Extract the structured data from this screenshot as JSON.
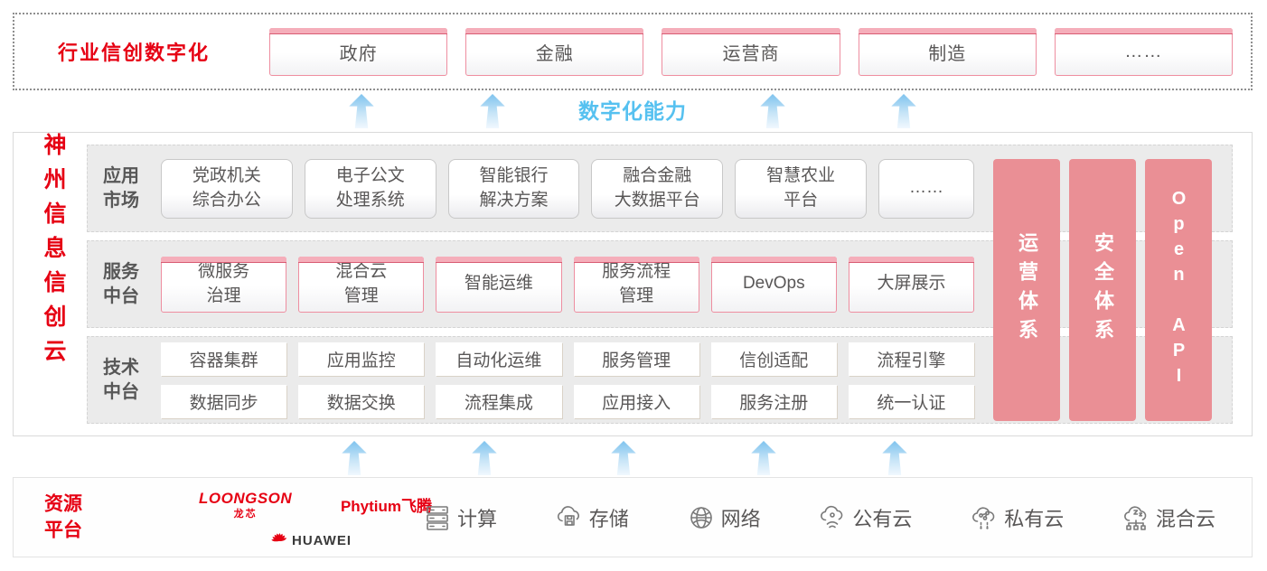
{
  "colors": {
    "accent_red": "#e60013",
    "pillar_pink": "#ea8f95",
    "capability_blue": "#56c1f0"
  },
  "top": {
    "label": "行业信创数字化",
    "sectors": [
      "政府",
      "金融",
      "运营商",
      "制造",
      "……"
    ]
  },
  "capability_label": "数字化能力",
  "platform": {
    "title": "神州信息信创云",
    "rows": [
      {
        "label": "应用市场",
        "items": [
          [
            "党政机关",
            "综合办公"
          ],
          [
            "电子公文",
            "处理系统"
          ],
          [
            "智能银行",
            "解决方案"
          ],
          [
            "融合金融",
            "大数据平台"
          ],
          [
            "智慧农业",
            "平台"
          ],
          [
            "……",
            ""
          ]
        ]
      },
      {
        "label": "服务中台",
        "items": [
          [
            "微服务",
            "治理"
          ],
          [
            "混合云",
            "管理"
          ],
          [
            "智能运维",
            ""
          ],
          [
            "服务流程",
            "管理"
          ],
          [
            "DevOps",
            ""
          ],
          [
            "大屏展示",
            ""
          ]
        ]
      },
      {
        "label": "技术中台",
        "items_top": [
          "容器集群",
          "应用监控",
          "自动化运维",
          "服务管理",
          "信创适配",
          "流程引擎"
        ],
        "items_bottom": [
          "数据同步",
          "数据交换",
          "流程集成",
          "应用接入",
          "服务注册",
          "统一认证"
        ]
      }
    ],
    "pillars": [
      "运营体系",
      "安全体系",
      "Open API"
    ]
  },
  "resources_panel": {
    "label": "资源平台",
    "logos": {
      "loongson": "LOONGSON",
      "loongson_sub": "龙芯",
      "phytium": "Phytium飞腾",
      "huawei": "HUAWEI"
    },
    "items": [
      {
        "label": "计算",
        "icon": "server-icon"
      },
      {
        "label": "存储",
        "icon": "storage-cloud-icon"
      },
      {
        "label": "网络",
        "icon": "network-globe-icon"
      },
      {
        "label": "公有云",
        "icon": "public-cloud-icon"
      },
      {
        "label": "私有云",
        "icon": "private-cloud-icon"
      },
      {
        "label": "混合云",
        "icon": "hybrid-cloud-icon"
      }
    ]
  }
}
